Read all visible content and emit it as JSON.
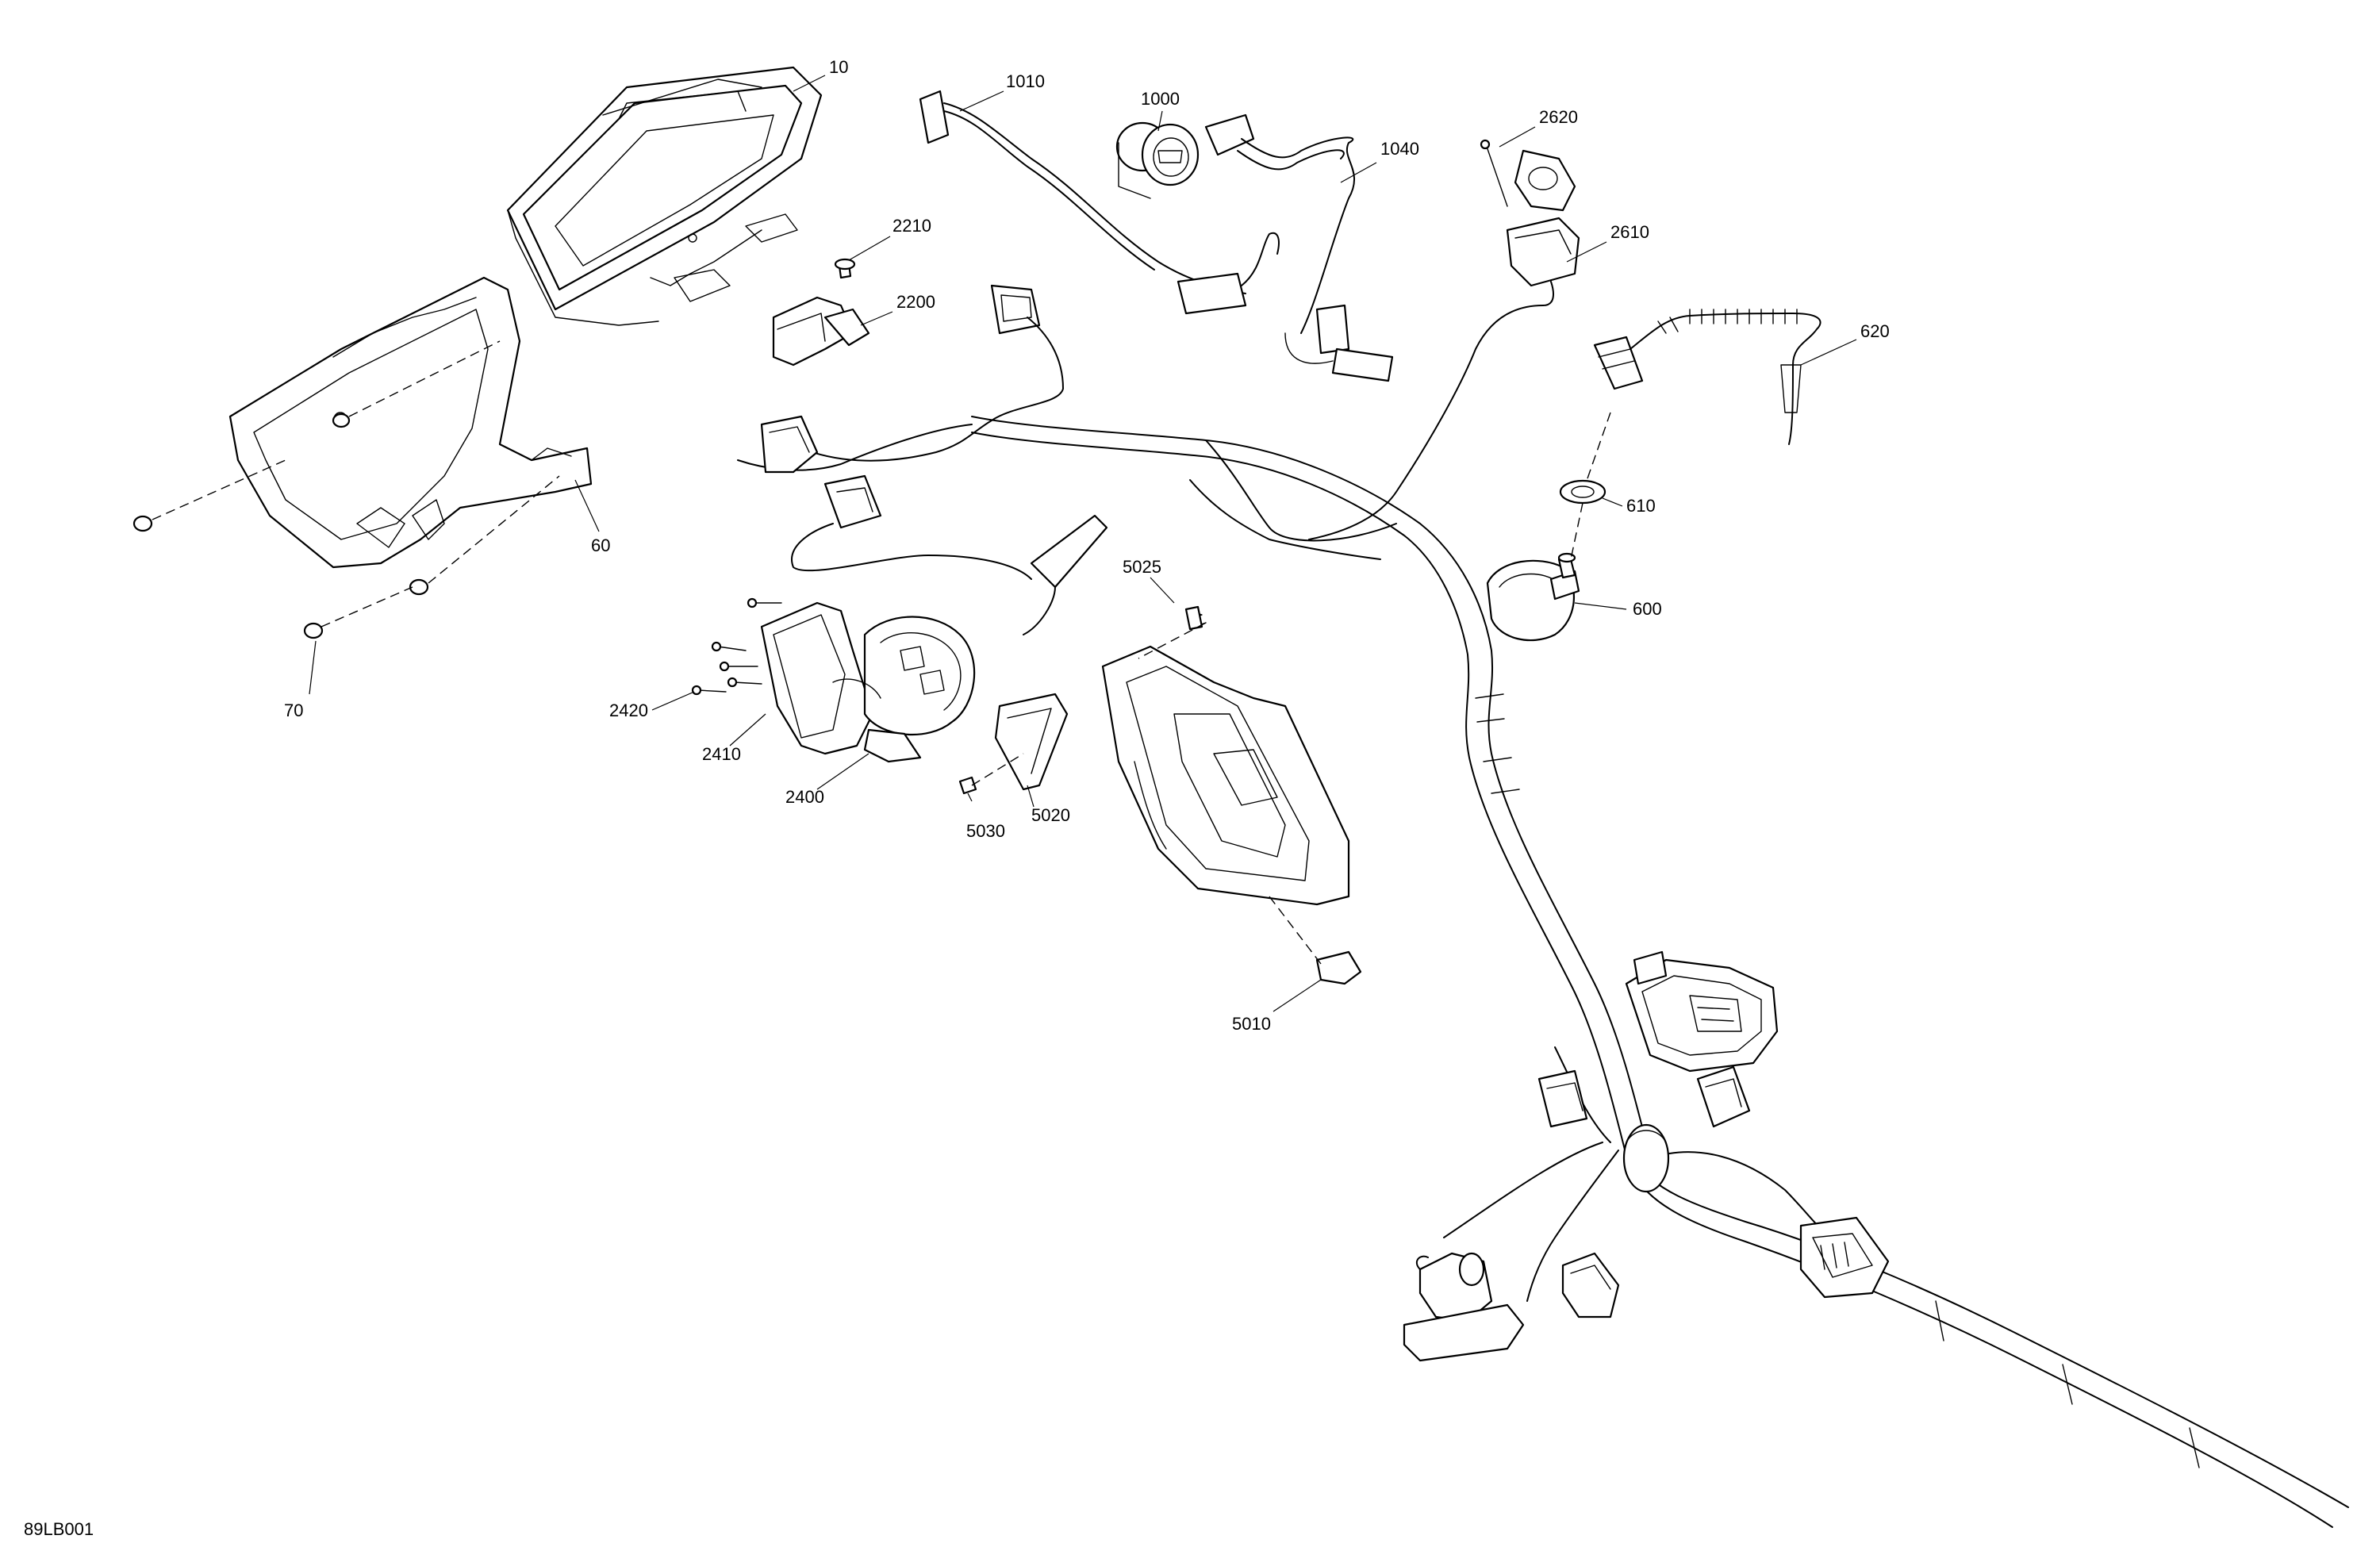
{
  "drawing_id": "89LB001",
  "callouts": {
    "c10": "10",
    "c60": "60",
    "c70": "70",
    "c600": "600",
    "c610": "610",
    "c620": "620",
    "c1000": "1000",
    "c1010": "1010",
    "c1040": "1040",
    "c2200": "2200",
    "c2210": "2210",
    "c2400": "2400",
    "c2410": "2410",
    "c2420": "2420",
    "c2610": "2610",
    "c2620": "2620",
    "c5010": "5010",
    "c5020": "5020",
    "c5025": "5025",
    "c5030": "5030"
  }
}
